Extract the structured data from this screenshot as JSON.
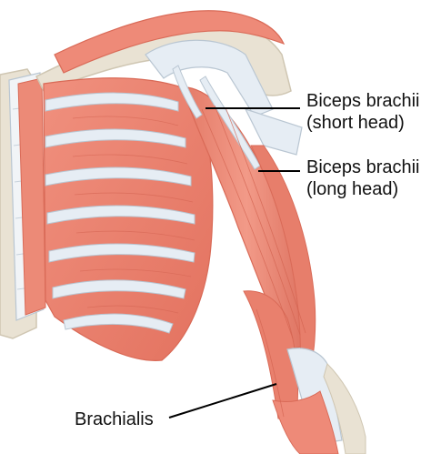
{
  "labels": {
    "biceps_short": {
      "line1": "Biceps brachii",
      "line2": "(short head)"
    },
    "biceps_long": {
      "line1": "Biceps brachii",
      "line2": "(long head)"
    },
    "brachialis": "Brachialis"
  },
  "colors": {
    "muscle": "#ee8a78",
    "muscle_dark": "#d96a57",
    "muscle_light": "#f6ad9d",
    "tendon": "#e6edf4",
    "tendon_shadow": "#b9c6d2",
    "bone": "#e9e2d3",
    "bone_shadow": "#cfc6b2",
    "line": "#000000"
  }
}
